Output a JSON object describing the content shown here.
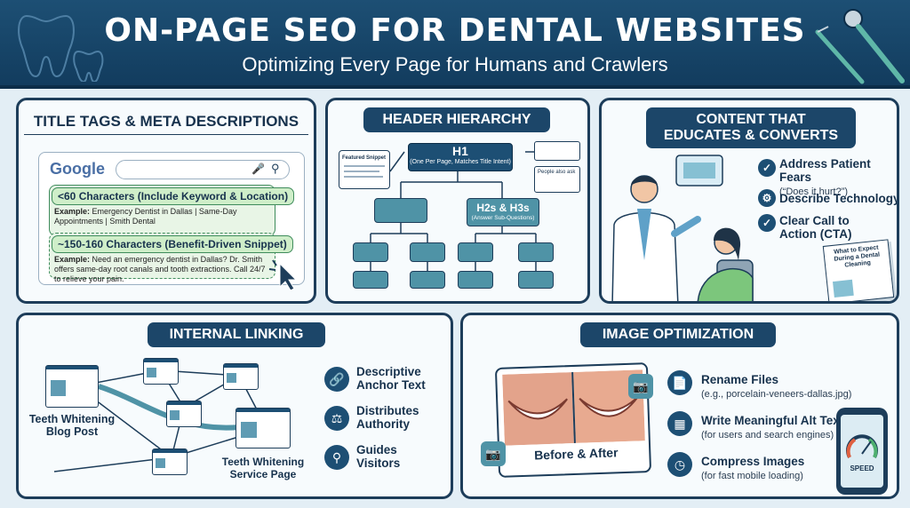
{
  "header": {
    "title": "ON-PAGE SEO FOR DENTAL WEBSITES",
    "subtitle": "Optimizing Every Page for Humans and Crawlers"
  },
  "title_tags": {
    "heading": "TITLE TAGS & META DESCRIPTIONS",
    "logo": "Google",
    "title_label": "<60 Characters (Include Keyword & Location)",
    "title_example_label": "Example:",
    "title_example": "Emergency Dentist in Dallas | Same-Day Appointments | Smith Dental",
    "meta_label": "~150-160 Characters (Benefit-Driven Snippet)",
    "meta_example_label": "Example:",
    "meta_example": "Need an emergency dentist in Dallas? Dr. Smith offers same-day root canals and tooth extractions. Call 24/7 to relieve your pain."
  },
  "header_hierarchy": {
    "heading": "HEADER HIERARCHY",
    "featured_snippet": "Featured Snippet",
    "h1": "H1",
    "h1_note": "(One Per Page, Matches Title Intent)",
    "h2": "H2s & H3s",
    "h2_note": "(Answer Sub-Questions)",
    "people_also_ask": "People also ask"
  },
  "content": {
    "heading_line1": "CONTENT THAT",
    "heading_line2": "EDUCATES & CONVERTS",
    "items": [
      {
        "label": "Address Patient Fears",
        "note": "(“Does it hurt?”)"
      },
      {
        "label": "Describe Technology",
        "note": ""
      },
      {
        "label": "Clear Call to",
        "note": "Action (CTA)"
      }
    ],
    "doc_title": "What to Expect During a Dental Cleaning"
  },
  "internal_linking": {
    "heading": "INTERNAL LINKING",
    "blog_label": "Teeth Whitening Blog Post",
    "service_label": "Teeth Whitening Service Page",
    "items": [
      {
        "line1": "Descriptive",
        "line2": "Anchor Text"
      },
      {
        "line1": "Distributes",
        "line2": "Authority"
      },
      {
        "line1": "Guides",
        "line2": "Visitors"
      }
    ]
  },
  "image_optimization": {
    "heading": "IMAGE OPTIMIZATION",
    "caption": "Before & After",
    "speed": "SPEED",
    "items": [
      {
        "label": "Rename Files",
        "note": "(e.g., porcelain-veneers-dallas.jpg)"
      },
      {
        "label": "Write Meaningful Alt Text",
        "note": "(for users and search engines)"
      },
      {
        "label": "Compress Images",
        "note": "(for fast mobile loading)"
      }
    ]
  },
  "colors": {
    "navy": "#1d4f74",
    "teal": "#4f93a6",
    "green": "#3f8c5c"
  }
}
